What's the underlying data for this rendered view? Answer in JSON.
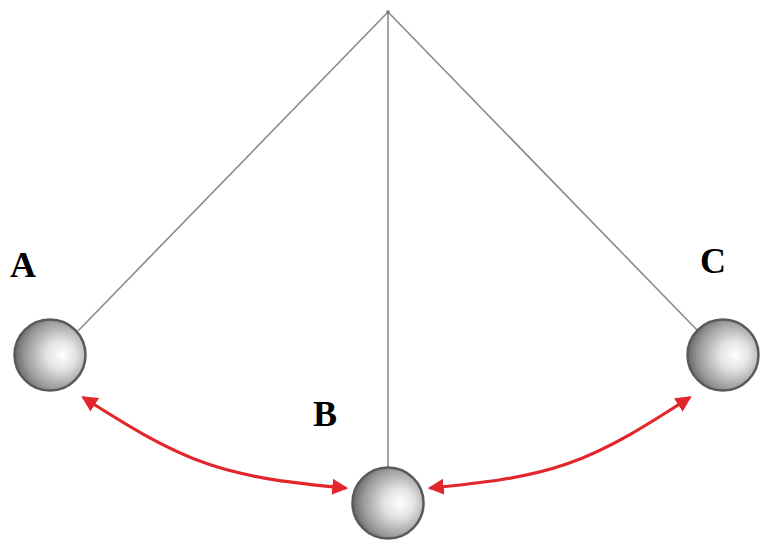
{
  "diagram": {
    "nodes": [
      {
        "text": [
          "A"
        ]
      },
      {
        "text": [
          "B"
        ]
      },
      {
        "text": [
          "C"
        ]
      }
    ],
    "edges": [
      {
        "from": 0,
        "to": 1,
        "arrow": "both"
      },
      {
        "from": 2,
        "to": 1,
        "arrow": "both"
      }
    ]
  }
}
